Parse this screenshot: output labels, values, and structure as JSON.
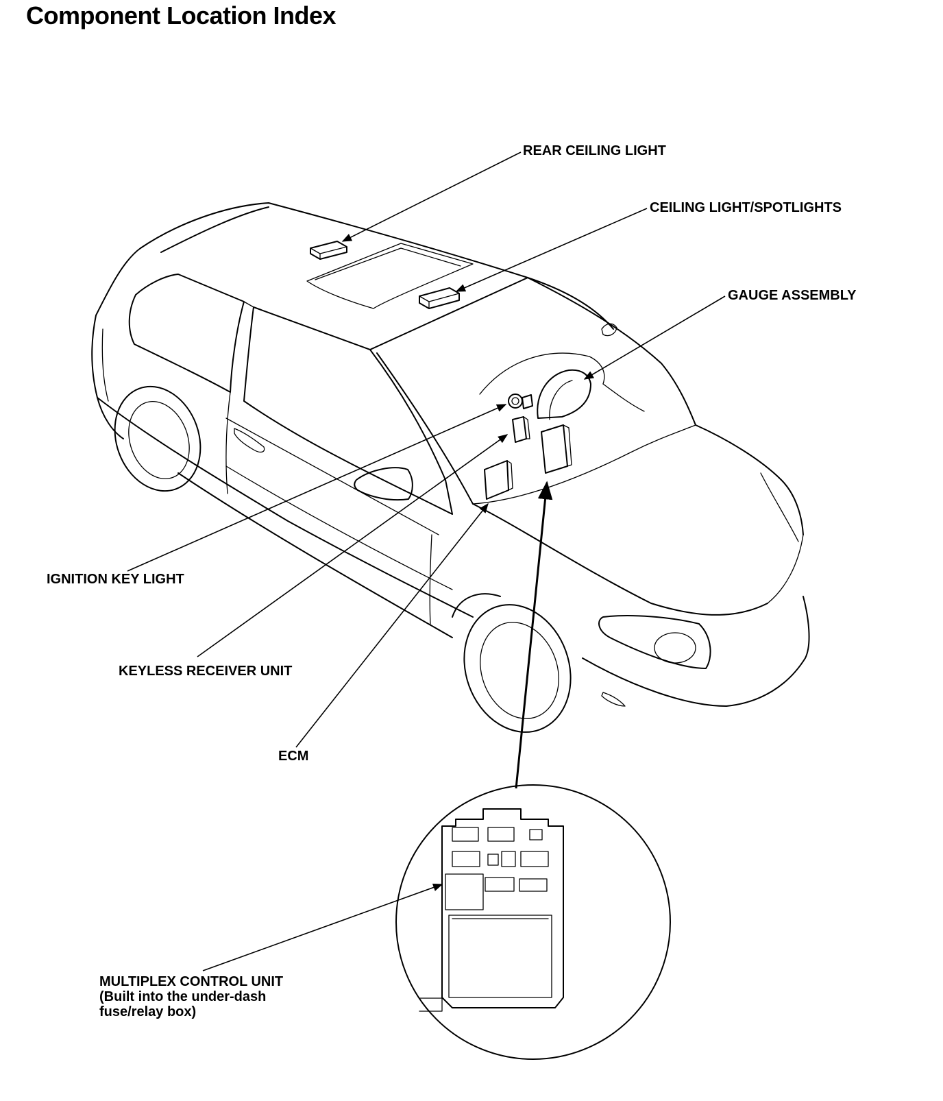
{
  "page": {
    "title": "Component Location Index"
  },
  "labels": {
    "rear_ceiling_light": "REAR CEILING LIGHT",
    "ceiling_light_spotlights": "CEILING LIGHT/SPOTLIGHTS",
    "gauge_assembly": "GAUGE ASSEMBLY",
    "ignition_key_light": "IGNITION KEY LIGHT",
    "keyless_receiver_unit": "KEYLESS RECEIVER UNIT",
    "ecm": "ECM",
    "multiplex_control_unit": {
      "line1": "MULTIPLEX CONTROL UNIT",
      "line2": "(Built into the under-dash",
      "line3": "fuse/relay box)"
    }
  }
}
